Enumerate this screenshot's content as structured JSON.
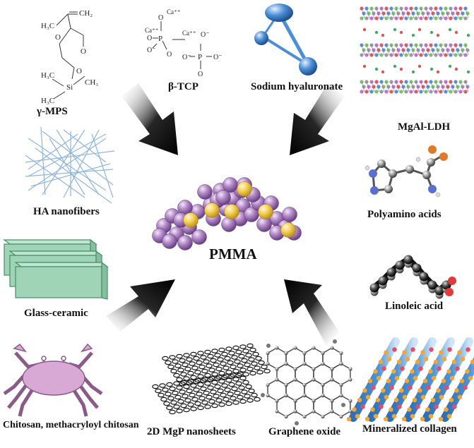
{
  "center": {
    "label": "PMMA"
  },
  "labels": {
    "gamma_mps": "γ-MPS",
    "beta_tcp": "β-TCP",
    "sodium_hyaluronate": "Sodium hyaluronate",
    "mgal_ldh": "MgAl-LDH",
    "ha_nanofibers": "HA nanofibers",
    "polyamino_acids": "Polyamino acids",
    "glass_ceramic": "Glass-ceramic",
    "linoleic_acid": "Linoleic acid",
    "chitosan": "Chitosan, methacryloyl chitosan",
    "mgp_nanosheets": "2D MgP nanosheets",
    "graphene_oxide": "Graphene oxide",
    "mineralized_collagen": "Mineralized collagen"
  },
  "chem_text": {
    "ch2": "CH₂",
    "h3c": "H₃C",
    "o": "O",
    "si": "Si",
    "ch3": "CH₃",
    "ca": "Ca⁺⁺",
    "p": "P",
    "o_minus": "O⁻"
  },
  "colors": {
    "sphere_purple": "#b48cc8",
    "sphere_yellow": "#f2cf55",
    "arrow": "#000000",
    "fiber": "#8fb4dc",
    "glass": "#9fd4b6",
    "crab": "#d9a9d6",
    "collagen_blue": "#2d6fb8",
    "collagen_orange": "#f4a632",
    "hyaluronate": "#4d8fd6"
  }
}
